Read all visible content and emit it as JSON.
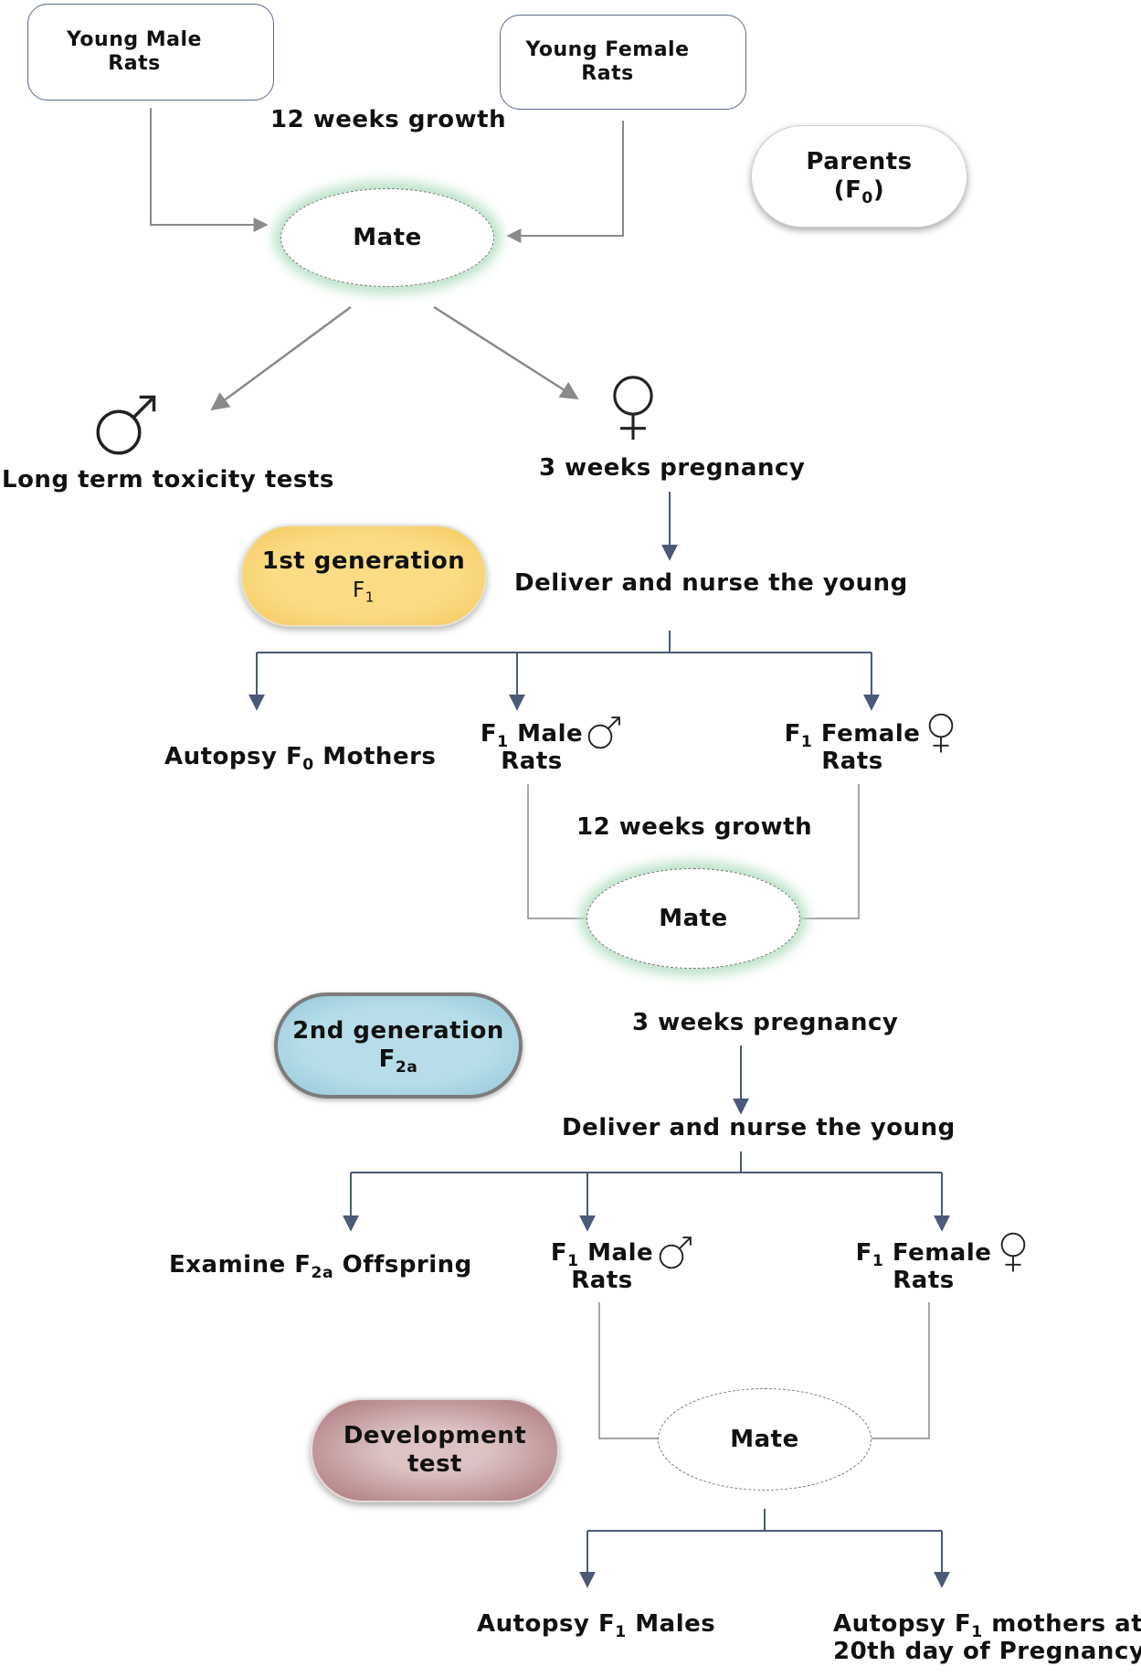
{
  "colors": {
    "line": "#4a5a78",
    "arrow": "#8a8a8a",
    "gen1": "#f8d26f",
    "gen2": "#a9d3e3",
    "dev": "#b48488",
    "glow": "#b7e0c3"
  },
  "parents": {
    "male_box": [
      "Young Male",
      "Rats"
    ],
    "female_box": [
      "Young Female",
      "Rats"
    ],
    "label": "Parents",
    "sub_letter": "F",
    "sub_index": "0",
    "growth": "12 weeks growth",
    "mate": "Mate",
    "male_symbol": "male-symbol",
    "female_symbol": "female-symbol"
  },
  "gen1": {
    "toxicity": "Long term toxicity tests",
    "pregnancy": "3 weeks pregnancy",
    "badge_title": "1st generation",
    "badge_sub_letter": "F",
    "badge_sub_index": "1",
    "deliver": "Deliver and nurse the young",
    "autopsy_prefix": "Autopsy F",
    "autopsy_index": "0",
    "autopsy_suffix": " Mothers",
    "male_letter": "F",
    "male_index": "1",
    "male_label": " Male",
    "male_rats": "Rats",
    "female_letter": "F",
    "female_index": "1",
    "female_label": " Female",
    "female_rats": "Rats",
    "growth": "12 weeks growth",
    "mate": "Mate"
  },
  "gen2": {
    "badge_title": "2nd generation",
    "badge_sub_letter": "F",
    "badge_sub_index": "2a",
    "pregnancy": "3 weeks pregnancy",
    "deliver": "Deliver and nurse the young",
    "examine_prefix": "Examine F",
    "examine_index": "2a",
    "examine_suffix": " Offspring",
    "male_letter": "F",
    "male_index": "1",
    "male_label": " Male",
    "male_rats": "Rats",
    "female_letter": "F",
    "female_index": "1",
    "female_label": " Female",
    "female_rats": "Rats",
    "mate": "Mate"
  },
  "dev": {
    "badge": [
      "Development",
      "test"
    ],
    "autopsy_males_prefix": "Autopsy F",
    "autopsy_males_index": "1",
    "autopsy_males_suffix": " Males",
    "autopsy_mothers_prefix": "Autopsy F",
    "autopsy_mothers_index": "1",
    "autopsy_mothers_suffix": " mothers at",
    "autopsy_mothers_line2": "20th day of Pregnancy"
  }
}
